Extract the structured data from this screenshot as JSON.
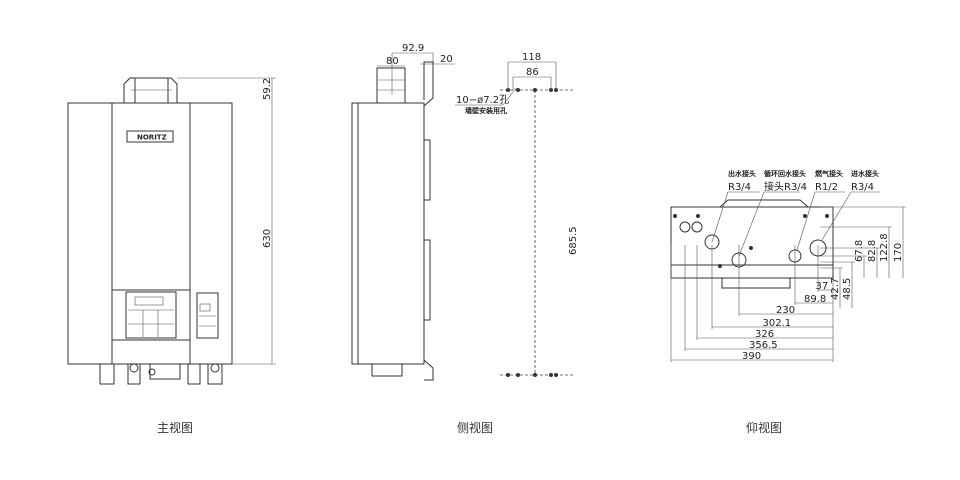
{
  "front_view": {
    "caption": "主视图",
    "brand": "NORITZ",
    "dims": {
      "height": "630",
      "top": "59.2"
    }
  },
  "side_view": {
    "caption": "侧视图",
    "dims": {
      "depth": "92.9",
      "pipe": "80",
      "offset": "20"
    }
  },
  "wall_template": {
    "dims": {
      "outer": "118",
      "inner": "86",
      "height": "685.5"
    },
    "hole_note": "10−ø7.2孔",
    "hole_desc": "墙壁安装用孔"
  },
  "bottom_view": {
    "caption": "仰视图",
    "connectors": [
      {
        "name": "出水接头",
        "size": "R3/4"
      },
      {
        "name": "循环回水接头",
        "size": "接头R3/4"
      },
      {
        "name": "燃气接头",
        "size": "R1/2"
      },
      {
        "name": "进水接头",
        "size": "R3/4"
      }
    ],
    "vertical_dims": [
      "170",
      "122.8",
      "82.8",
      "67.8",
      "48.5",
      "42.7"
    ],
    "horizontal_dims": [
      "37",
      "89.8",
      "230",
      "302.1",
      "326",
      "356.5",
      "390"
    ]
  }
}
